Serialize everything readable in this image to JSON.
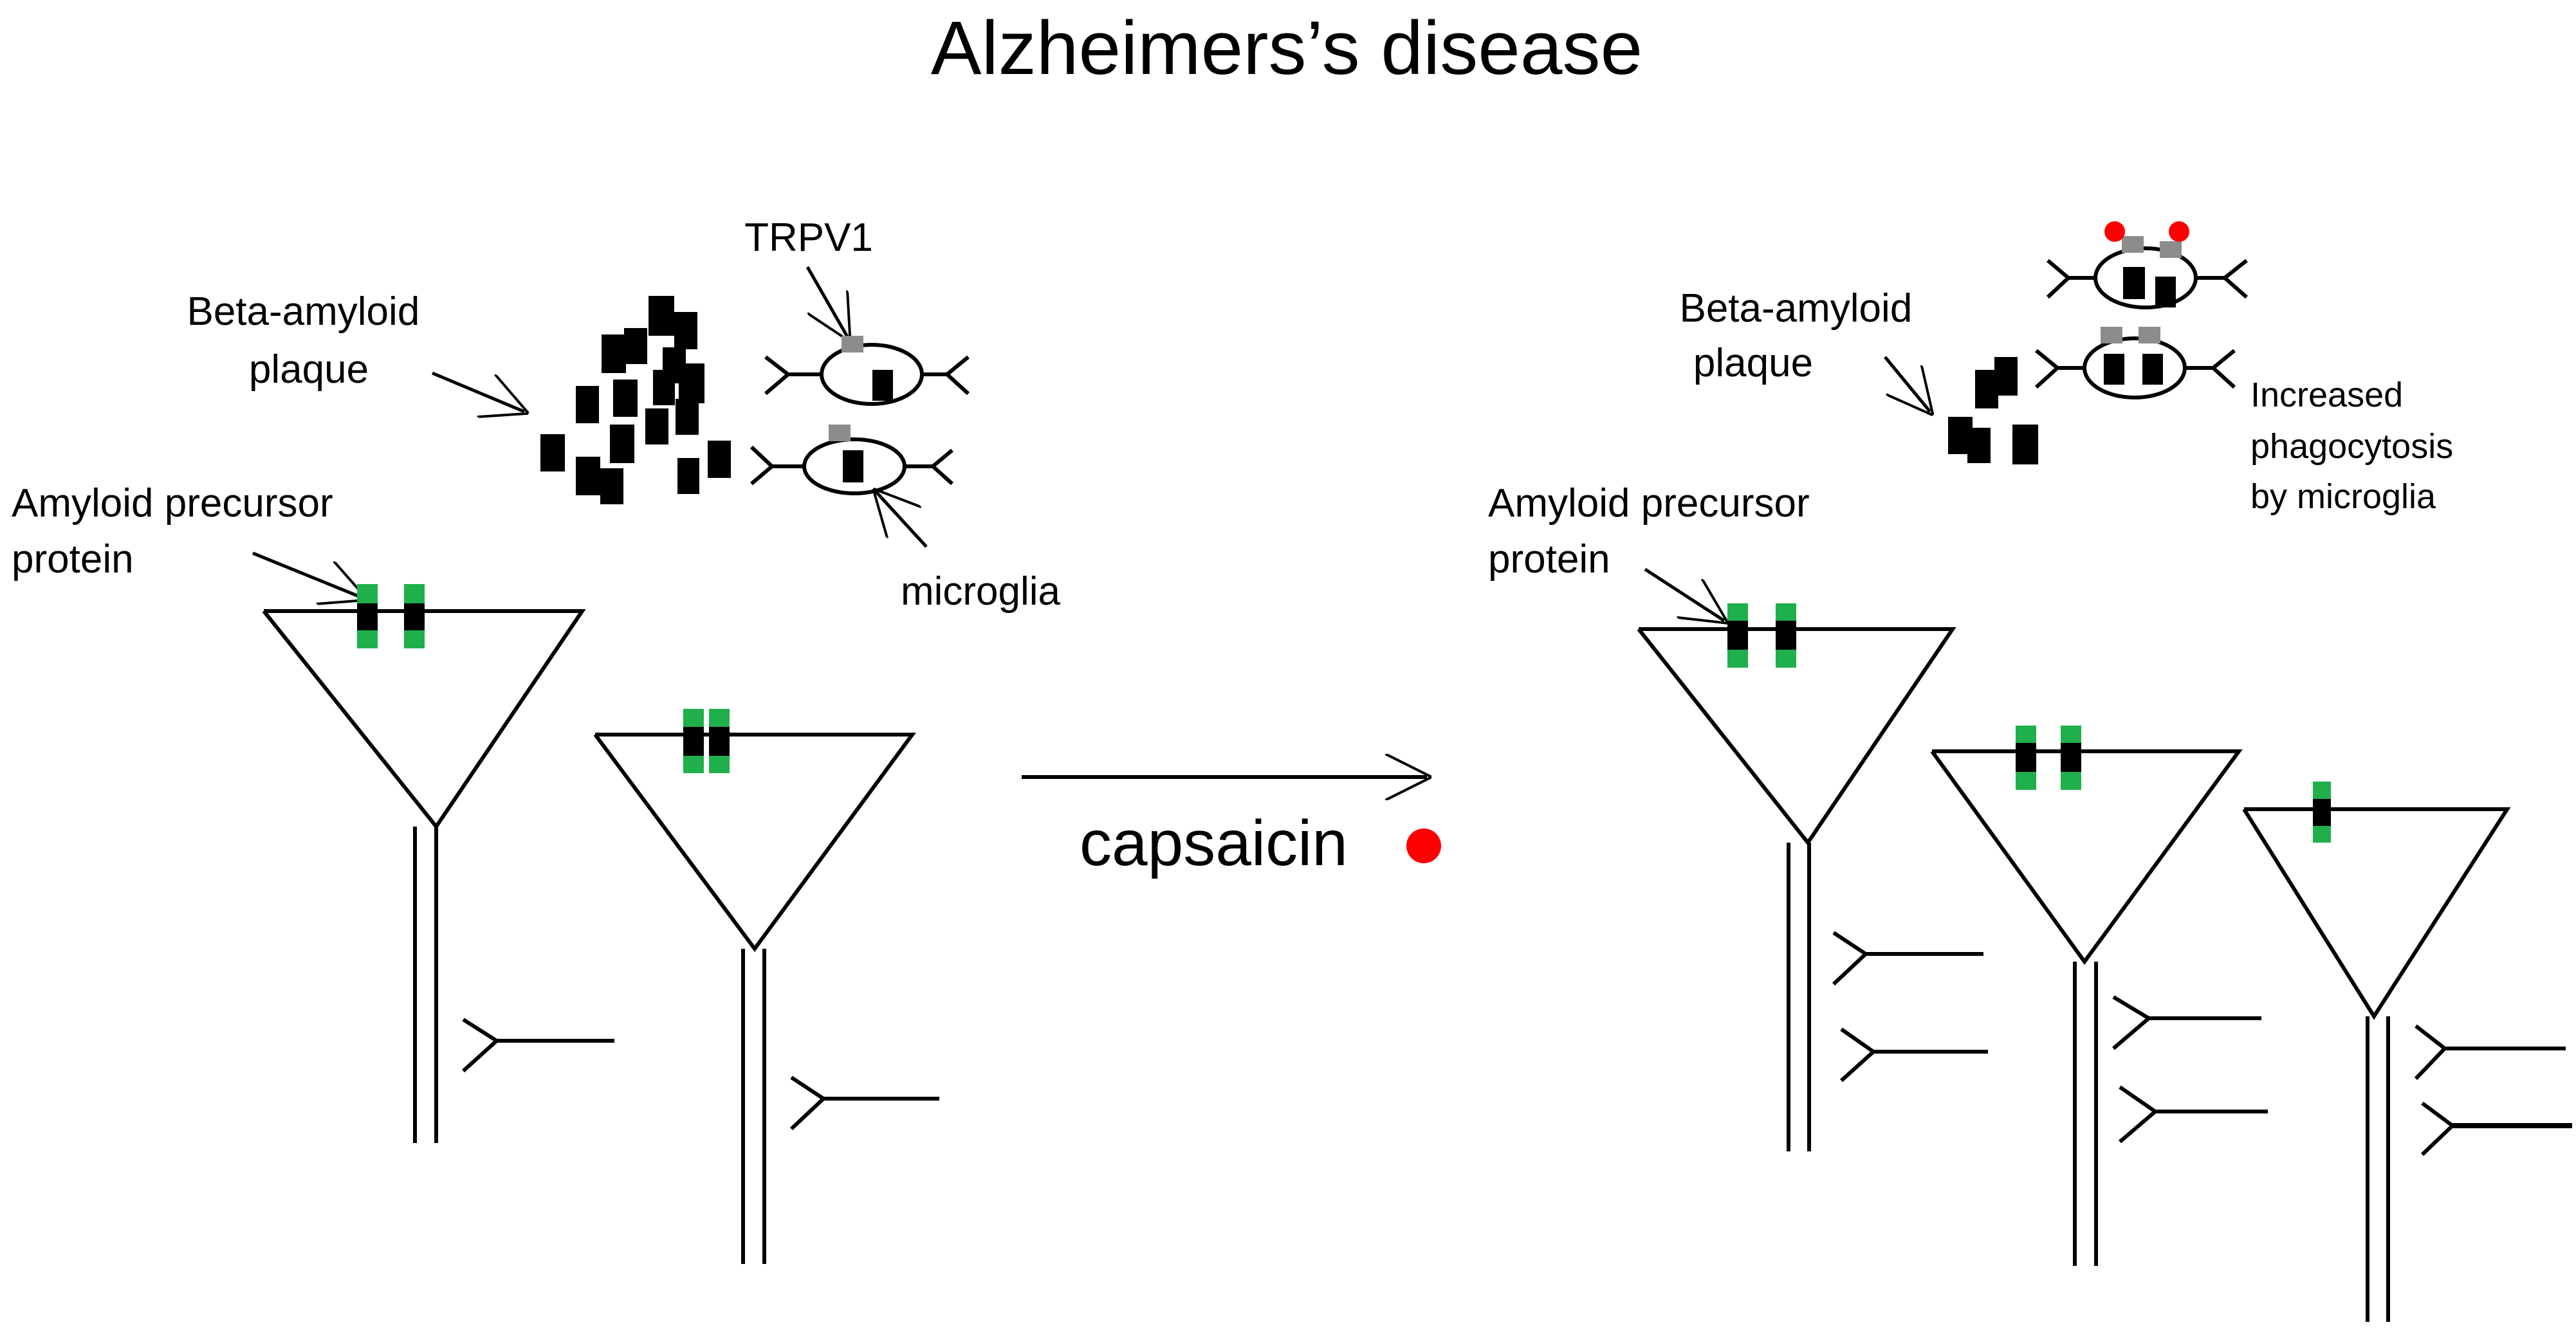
{
  "title": "Alzheimers’s disease",
  "left_panel": {
    "plaque_label": [
      "Beta-amyloid",
      "plaque"
    ],
    "trpv1_label": "TRPV1",
    "microglia_label": "microglia",
    "app_label": [
      "Amyloid precursor",
      "protein"
    ]
  },
  "treatment": {
    "label": "capsaicin"
  },
  "right_panel": {
    "plaque_label": [
      "Beta-amyloid",
      "plaque"
    ],
    "app_label": [
      "Amyloid precursor",
      "protein"
    ],
    "effect_label": [
      "Increased",
      "phagocytosis",
      "by microglia"
    ]
  },
  "colors": {
    "line": "#000000",
    "plaque": "#000000",
    "app_segment": "#1fb04c",
    "trpv1_receptor": "#8c8c8c",
    "capsaicin": "#ff0000",
    "background": "#ffffff"
  }
}
